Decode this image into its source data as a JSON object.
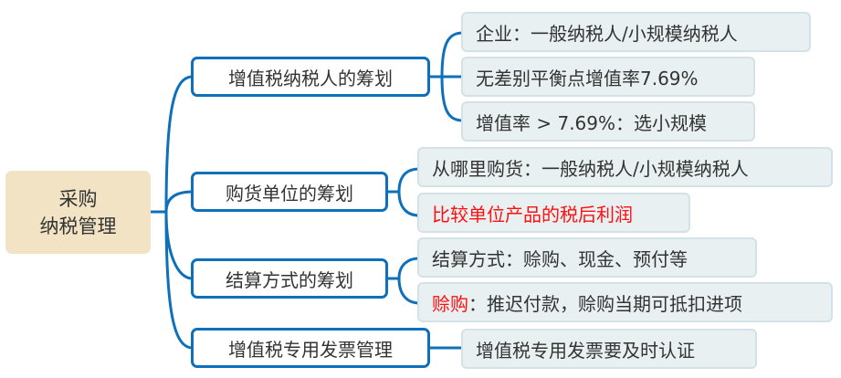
{
  "root": {
    "line1": "采购",
    "line2": "纳税管理"
  },
  "branches": [
    {
      "label": "增值税纳税人的筹划",
      "children": [
        {
          "label": "企业：一般纳税人/小规模纳税人"
        },
        {
          "label": "无差别平衡点增值率7.69%"
        },
        {
          "label": "增值率 > 7.69%：选小规模"
        }
      ]
    },
    {
      "label": "购货单位的筹划",
      "children": [
        {
          "label": "从哪里购货：一般纳税人/小规模纳税人"
        },
        {
          "label": "比较单位产品的税后利润",
          "color": "#ff1010"
        }
      ]
    },
    {
      "label": "结算方式的筹划",
      "children": [
        {
          "label": "结算方式：赊购、现金、预付等"
        },
        {
          "highlight": "赊购",
          "label": "：推迟付款，赊购当期可抵扣进项"
        }
      ]
    },
    {
      "label": "增值税专用发票管理",
      "children": [
        {
          "label": "增值税专用发票要及时认证"
        }
      ]
    }
  ],
  "colors": {
    "line": "#0e6fba",
    "root_bg": "#f2e3c4",
    "leaf_bg": "#e8f0f2",
    "leaf_border": "#d3e2e7",
    "highlight": "#ff1010"
  }
}
